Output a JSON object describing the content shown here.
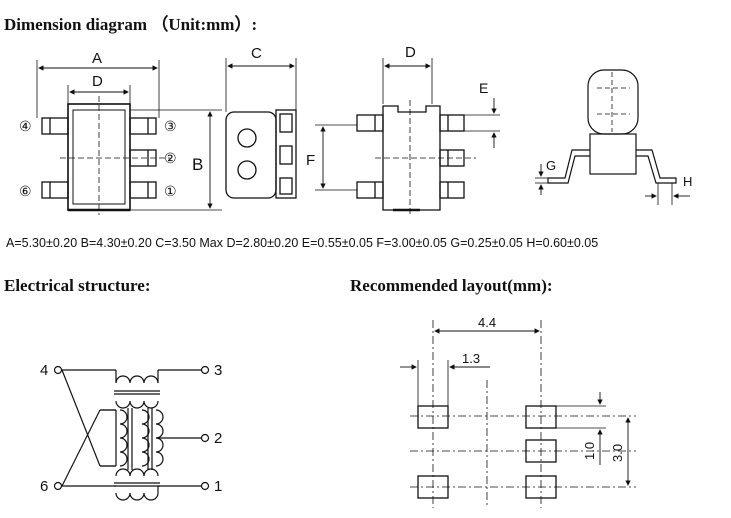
{
  "headings": {
    "dimension": "Dimension diagram  （Unit:mm）:",
    "electrical": "Electrical structure:",
    "layout": "Recommended  layout(mm):"
  },
  "dimension_labels": {
    "A": "A",
    "B": "B",
    "C": "C",
    "D": "D",
    "E": "E",
    "F": "F",
    "G": "G",
    "H": "H",
    "pin1": "①",
    "pin2": "②",
    "pin3": "③",
    "pin4": "④",
    "pin6": "⑥"
  },
  "dimension_values": "A=5.30±0.20 B=4.30±0.20 C=3.50 Max  D=2.80±0.20  E=0.55±0.05  F=3.00±0.05  G=0.25±0.05  H=0.60±0.05",
  "schematic_pins": {
    "p1": "1",
    "p2": "2",
    "p3": "3",
    "p4": "4",
    "p6": "6"
  },
  "layout_dims": {
    "w_total": "4.4",
    "w_pad": "1.3",
    "h_pad": "1.0",
    "h_total": "3.0"
  }
}
